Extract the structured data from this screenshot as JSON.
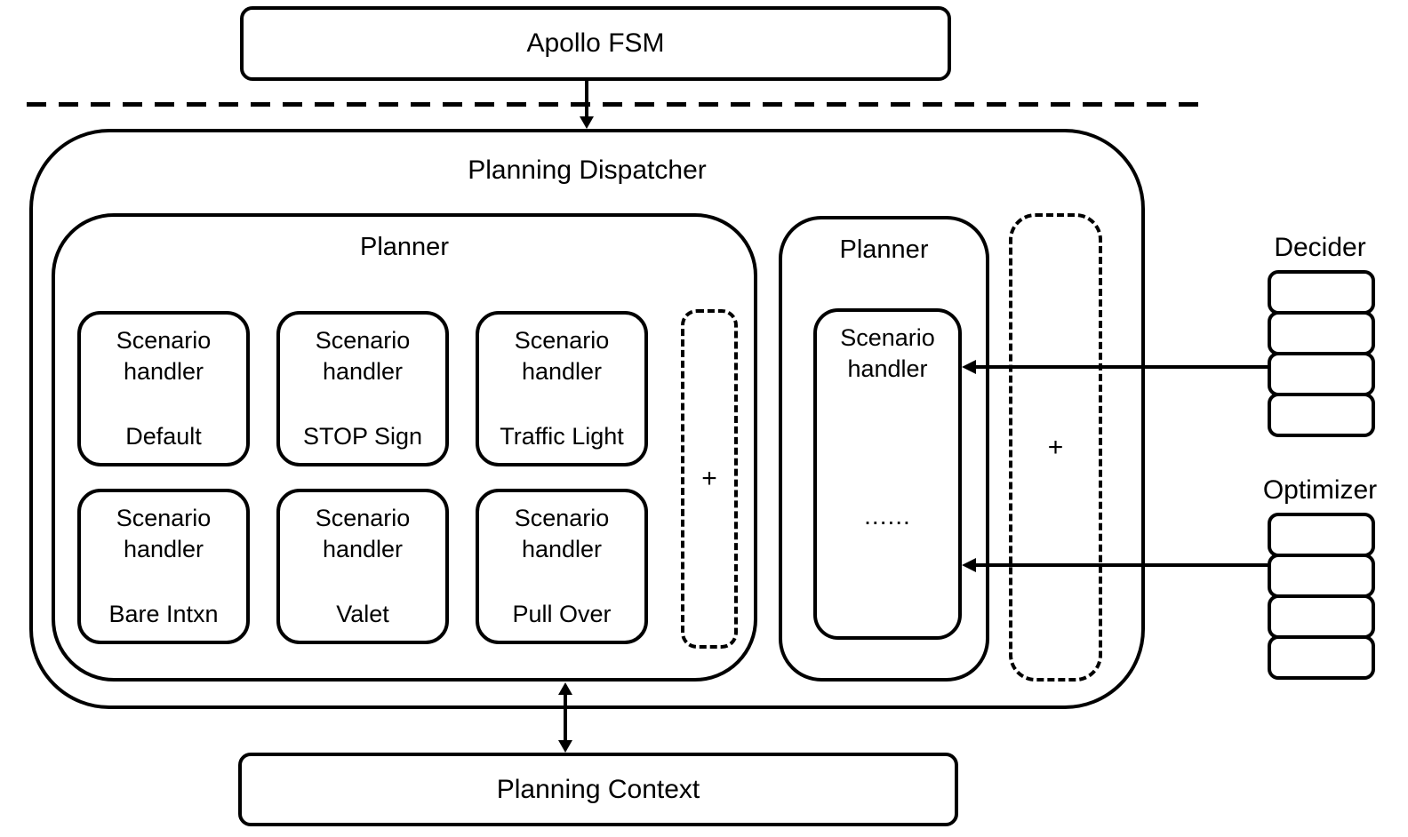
{
  "title_box": {
    "label": "Apollo FSM"
  },
  "dispatcher": {
    "label": "Planning Dispatcher",
    "planner_main": {
      "label": "Planner",
      "handlers": [
        {
          "title": "Scenario handler",
          "name": "Default"
        },
        {
          "title": "Scenario handler",
          "name": "STOP Sign"
        },
        {
          "title": "Scenario handler",
          "name": "Traffic Light"
        },
        {
          "title": "Scenario handler",
          "name": "Bare Intxn"
        },
        {
          "title": "Scenario handler",
          "name": "Valet"
        },
        {
          "title": "Scenario handler",
          "name": "Pull Over"
        }
      ],
      "add_placeholder": "+"
    },
    "planner_secondary": {
      "label": "Planner",
      "handler": {
        "title": "Scenario handler",
        "ellipsis": "......"
      }
    },
    "add_planner_placeholder": "+"
  },
  "decider": {
    "label": "Decider",
    "row_count": 4
  },
  "optimizer": {
    "label": "Optimizer",
    "row_count": 4
  },
  "planning_context": {
    "label": "Planning Context"
  },
  "colors": {
    "stroke": "#000000",
    "background": "#ffffff"
  }
}
